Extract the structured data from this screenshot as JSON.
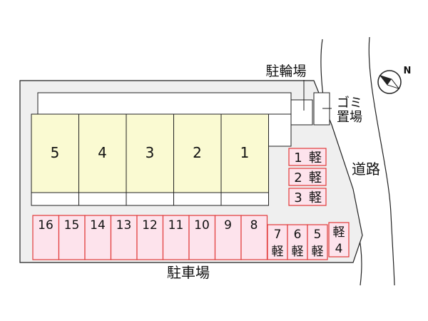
{
  "labels": {
    "bicycle_parking": "駐輪場",
    "garbage_top": "ゴミ",
    "garbage_bottom": "置場",
    "road": "道路",
    "car_parking": "駐車場",
    "compass_north": "N"
  },
  "units": [
    "5",
    "4",
    "3",
    "2",
    "1"
  ],
  "kei_right": [
    {
      "num": "1",
      "kei": "軽"
    },
    {
      "num": "2",
      "kei": "軽"
    },
    {
      "num": "3",
      "kei": "軽"
    }
  ],
  "bottom_spaces": [
    "16",
    "15",
    "14",
    "13",
    "12",
    "11",
    "10",
    "9",
    "8"
  ],
  "kei_bottom": [
    {
      "num": "7",
      "kei": "軽"
    },
    {
      "num": "6",
      "kei": "軽"
    },
    {
      "num": "5",
      "kei": "軽"
    }
  ],
  "kei_corner": {
    "kei": "軽",
    "num": "4"
  },
  "colors": {
    "lot": "#efefef",
    "building": "#fafad2",
    "parking_fill": "#fde3ec",
    "parking_stroke": "#e23a3a",
    "outline": "#222222"
  }
}
